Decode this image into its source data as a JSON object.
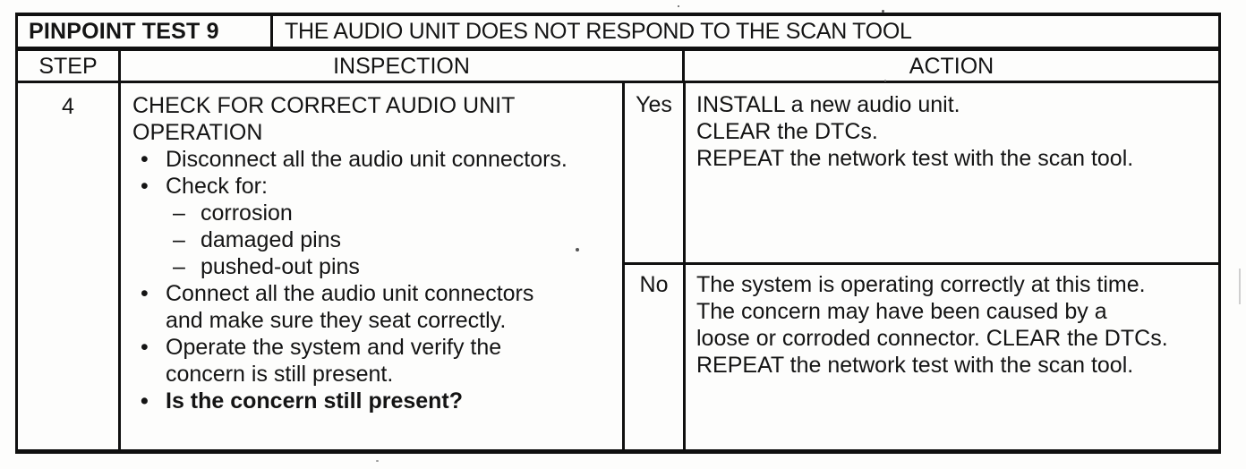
{
  "table": {
    "header": {
      "test_label": "PINPOINT TEST 9",
      "test_title": "THE AUDIO UNIT DOES NOT RESPOND TO THE SCAN TOOL"
    },
    "columns": {
      "step": "STEP",
      "inspection": "INSPECTION",
      "action": "ACTION"
    },
    "row": {
      "step": "4",
      "inspection": {
        "heading": "CHECK FOR CORRECT AUDIO UNIT\nOPERATION",
        "items": [
          {
            "marker": "•",
            "text": "Disconnect all the audio unit connectors."
          },
          {
            "marker": "•",
            "text": "Check for:"
          },
          {
            "marker": "–",
            "text": "corrosion"
          },
          {
            "marker": "–",
            "text": "damaged pins"
          },
          {
            "marker": "–",
            "text": "pushed-out pins"
          },
          {
            "marker": "•",
            "text": "Connect all the audio unit connectors\nand make sure they seat correctly."
          },
          {
            "marker": "•",
            "text": "Operate the system and verify the\nconcern is still present."
          },
          {
            "marker": "•",
            "text": "Is the concern still present?"
          }
        ]
      },
      "outcomes": [
        {
          "label": "Yes",
          "action": "INSTALL a new audio unit.\nCLEAR the DTCs.\nREPEAT the network test with the scan tool."
        },
        {
          "label": "No",
          "action": "The system is operating correctly at this time.\nThe concern may have been caused by a\nloose or corroded connector. CLEAR the DTCs.\nREPEAT the network test with the scan tool."
        }
      ]
    },
    "ink_color": "#141414",
    "paper_color": "#fdfdfc"
  }
}
